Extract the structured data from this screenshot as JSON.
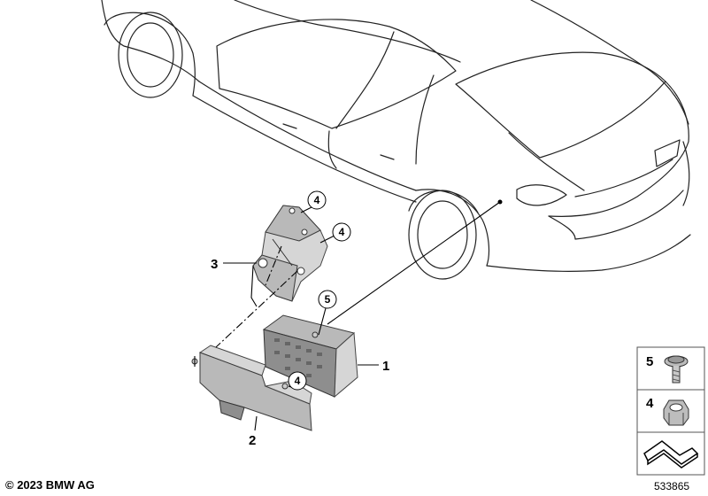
{
  "callouts": {
    "part_1": "1",
    "part_2": "2",
    "part_3": "3",
    "part_4_a": "4",
    "part_4_b": "4",
    "part_4_c": "4",
    "part_5": "5"
  },
  "legend": {
    "items": [
      {
        "number": "5",
        "icon": "torx-screw-icon"
      },
      {
        "number": "4",
        "icon": "hex-nut-icon"
      },
      {
        "number": "",
        "icon": "bracket-shape-icon"
      }
    ]
  },
  "footer": {
    "copyright": "© 2023 BMW AG",
    "diagram_number": "533865"
  },
  "colors": {
    "line": "#222222",
    "part_gray": "#b9b9b9"
  }
}
